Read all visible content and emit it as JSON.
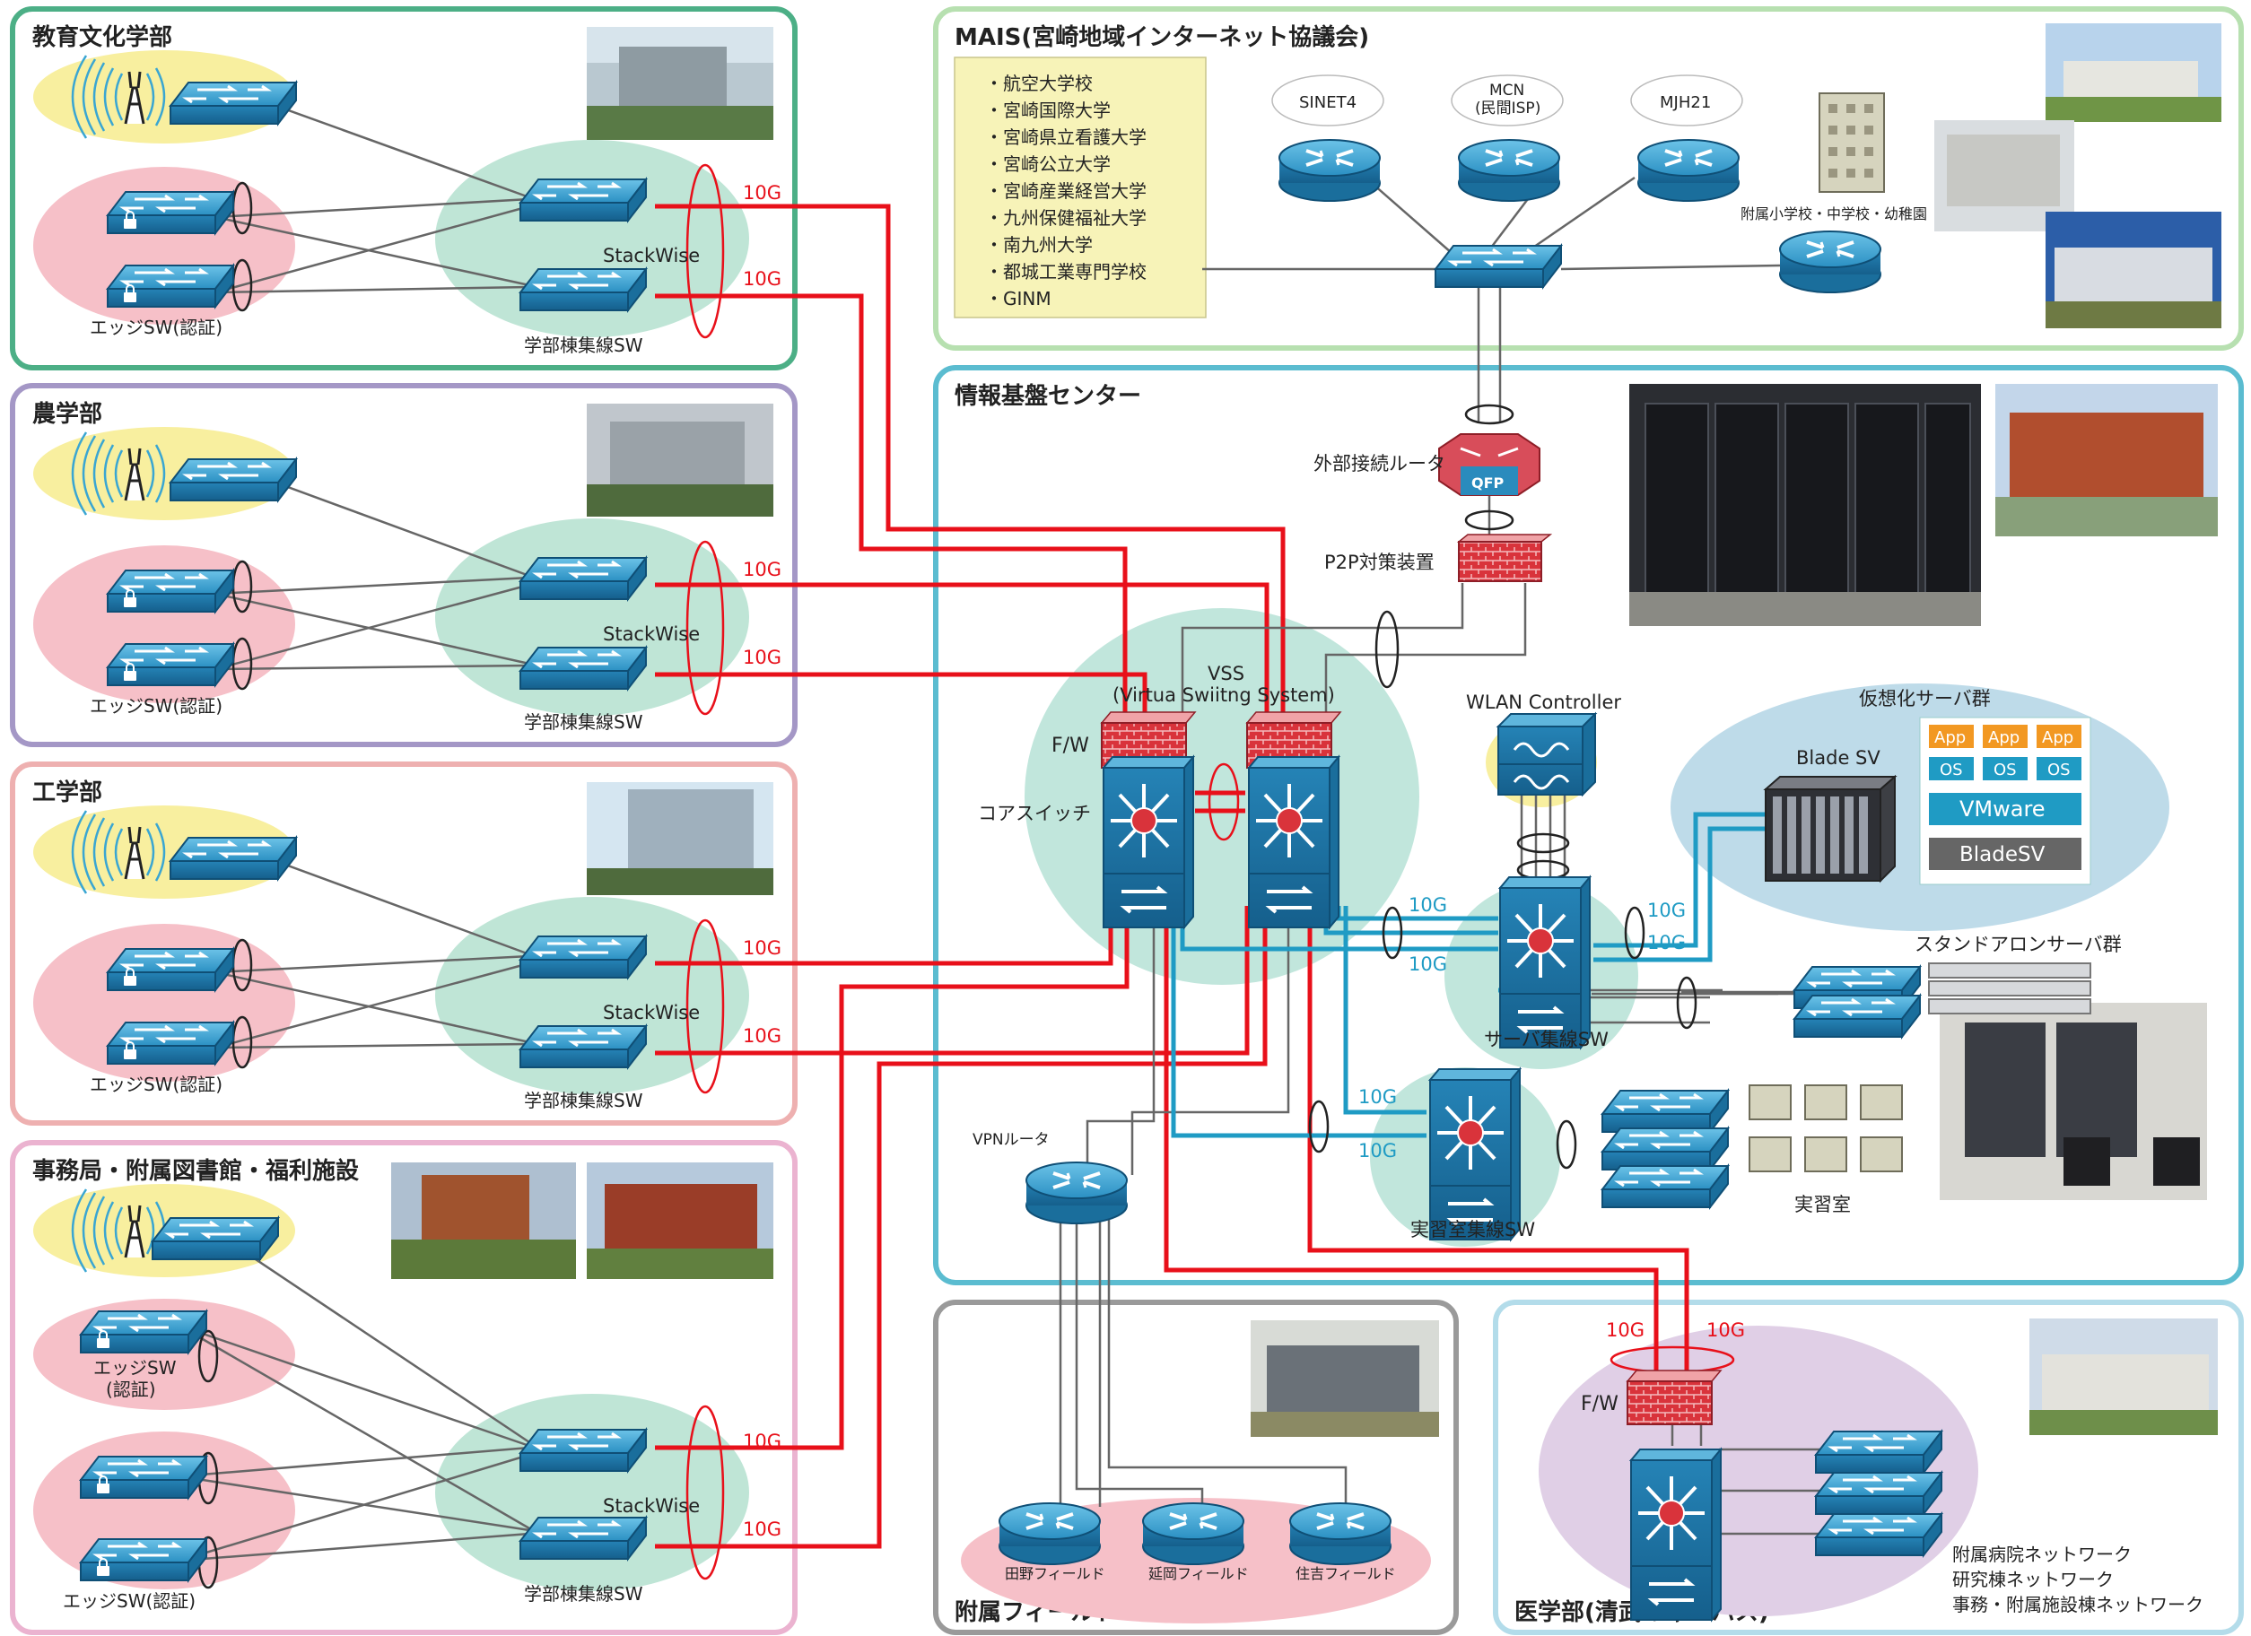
{
  "faculties": {
    "education": {
      "title": "教育文化学部",
      "stack_label": "StackWise",
      "agg_label": "学部棟集線SW",
      "edge_label": "エッジSW(認証)",
      "link_labels": [
        "10G",
        "10G"
      ],
      "color": "#4caf86"
    },
    "agriculture": {
      "title": "農学部",
      "stack_label": "StackWise",
      "agg_label": "学部棟集線SW",
      "edge_label": "エッジSW(認証)",
      "link_labels": [
        "10G",
        "10G"
      ],
      "color": "#9f8fc0"
    },
    "engineering": {
      "title": "工学部",
      "stack_label": "StackWise",
      "agg_label": "学部棟集線SW",
      "edge_label": "エッジSW(認証)",
      "link_labels": [
        "10G",
        "10G"
      ],
      "color": "#e6a2a2"
    },
    "office": {
      "title": "事務局・附属図書館・福利施設",
      "stack_label": "StackWise",
      "agg_label": "学部棟集線SW",
      "edge_label": "エッジSW(認証)",
      "edge_label_top_1": "エッジSW",
      "edge_label_top_2": "(認証)",
      "link_labels": [
        "10G",
        "10G"
      ],
      "color": "#e9a6c8"
    }
  },
  "mais": {
    "title": "MAIS(宮崎地域インターネット協議会)",
    "members": [
      "・航空大学校",
      "・宮崎国際大学",
      "・宮崎県立看護大学",
      "・宮崎公立大学",
      "・宮崎産業経営大学",
      "・九州保健福祉大学",
      "・南九州大学",
      "・都城工業専門学校",
      "・GINM"
    ],
    "routers": {
      "sinet": "SINET4",
      "mcn_1": "MCN",
      "mcn_2": "(民間ISP)",
      "mjh": "MJH21"
    },
    "school_label": "附属小学校・中学校・幼稚園",
    "color": "#a8d8a0"
  },
  "center": {
    "title": "情報基盤センター",
    "ext_router": "外部接続ルータ",
    "qfp": "QFP",
    "p2p": "P2P対策装置",
    "vss_1": "VSS",
    "vss_2": "(Virtua Swiitng System)",
    "fw": "F/W",
    "core": "コアスイッチ",
    "wlan": "WLAN Controller",
    "virt_group": "仮想化サーバ群",
    "blade_sv": "Blade SV",
    "app": "App",
    "os": "OS",
    "vmware": "VMware",
    "bladesv": "BladeSV",
    "standalone": "スタンドアロンサーバ群",
    "server_agg": "サーバ集線SW",
    "lab_agg": "実習室集線SW",
    "lab": "実習室",
    "vpn": "VPNルータ",
    "links_10g": [
      "10G",
      "10G",
      "10G",
      "10G",
      "10G",
      "10G"
    ],
    "color": "#5bbcd0"
  },
  "field": {
    "title": "附属フィールド",
    "sites": [
      "田野フィールド",
      "延岡フィールド",
      "住吉フィールド"
    ],
    "color": "#9a9a9a"
  },
  "medical": {
    "title": "医学部(清武キャンパス)",
    "fw": "F/W",
    "links": [
      "10G",
      "10G"
    ],
    "networks": [
      "附属病院ネットワーク",
      "研究棟ネットワーク",
      "事務・附属施設棟ネットワーク"
    ],
    "color": "#a9d8e6"
  },
  "colors": {
    "link_10g": "#e8101a",
    "link_cyan": "#1f9bc4",
    "switch": "#2a8bbd",
    "fw": "#d9333b"
  }
}
